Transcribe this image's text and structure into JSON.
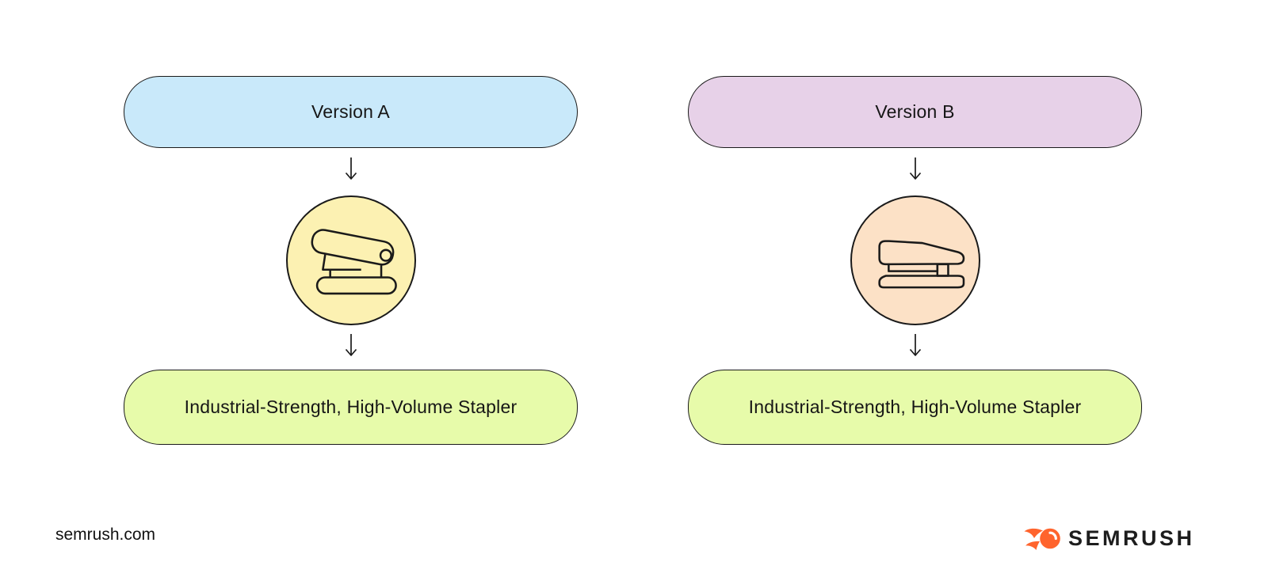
{
  "page": {
    "background_color": "#ffffff",
    "outline_color": "#1a1a1a"
  },
  "diagram": {
    "columns": [
      {
        "id": "A",
        "version_label": "Version A",
        "version_pill_color": "#c9e9fa",
        "icon": "stapler-open-icon",
        "icon_circle_color": "#fcf1b2",
        "result_label": "Industrial-Strength, High-Volume Stapler",
        "result_pill_color": "#e7fbaa"
      },
      {
        "id": "B",
        "version_label": "Version B",
        "version_pill_color": "#e7d1e8",
        "icon": "stapler-closed-icon",
        "icon_circle_color": "#fce1c6",
        "result_label": "Industrial-Strength, High-Volume Stapler",
        "result_pill_color": "#e7fbaa"
      }
    ]
  },
  "footer": {
    "site_label": "semrush.com",
    "brand_wordmark": "SEMRUSH",
    "brand_orange": "#ff642d"
  }
}
